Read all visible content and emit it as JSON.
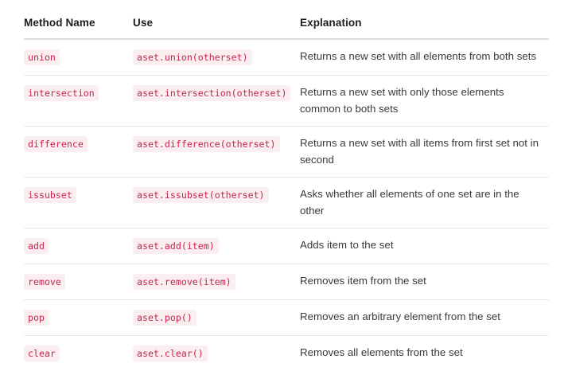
{
  "table": {
    "columns": [
      "Method Name",
      "Use",
      "Explanation"
    ],
    "rows": [
      {
        "method": "union",
        "use": "aset.union(otherset)",
        "explanation": "Returns a new set with all elements from both sets"
      },
      {
        "method": "intersection",
        "use": "aset.intersection(otherset)",
        "explanation": "Returns a new set with only those elements common to both sets"
      },
      {
        "method": "difference",
        "use": "aset.difference(otherset)",
        "explanation": "Returns a new set with all items from first set not in second"
      },
      {
        "method": "issubset",
        "use": "aset.issubset(otherset)",
        "explanation": "Asks whether all elements of one set are in the other"
      },
      {
        "method": "add",
        "use": "aset.add(item)",
        "explanation": "Adds item to the set"
      },
      {
        "method": "remove",
        "use": "aset.remove(item)",
        "explanation": "Removes item from the set"
      },
      {
        "method": "pop",
        "use": "aset.pop()",
        "explanation": "Removes an arbitrary element from the set"
      },
      {
        "method": "clear",
        "use": "aset.clear()",
        "explanation": "Removes all elements from the set"
      }
    ]
  },
  "colors": {
    "page_background": "#ffffff",
    "header_text": "#1d1d1d",
    "header_rule": "#dedede",
    "row_rule": "#e8e8e8",
    "body_text": "#333333",
    "code_text": "#c7254e",
    "code_background": "#fbeef1"
  }
}
